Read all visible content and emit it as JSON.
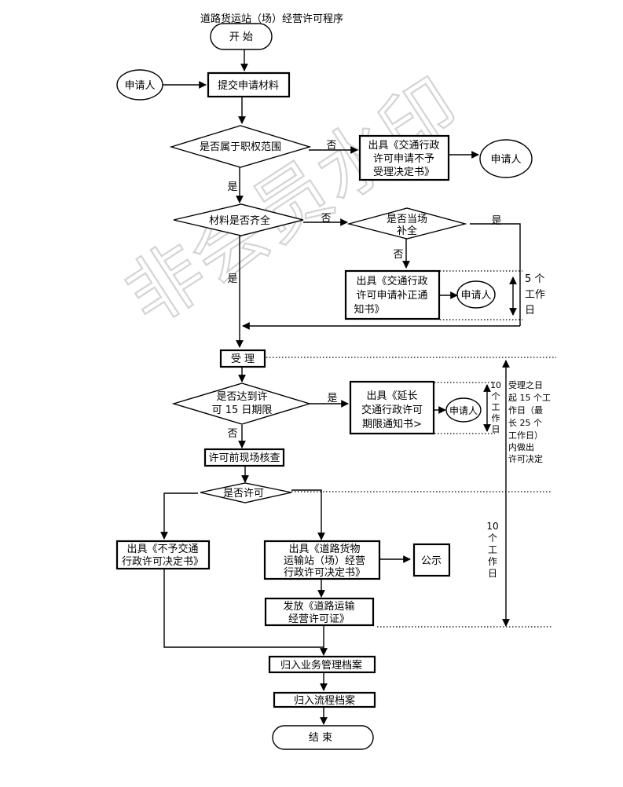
{
  "title": "道路货运站（场）经营许可程序",
  "watermark": "非会员水印",
  "nodes": {
    "start": "开 始",
    "applicant_1": "申请人",
    "submit": "提交申请材料",
    "in_scope": "是否属于职权范围",
    "reject_notice": [
      "出具《交通行政",
      "许可申请不予",
      "受理决定书》"
    ],
    "applicant_2": "申请人",
    "materials_complete": "材料是否齐全",
    "can_supplement": [
      "是否当场",
      "补全"
    ],
    "supplement_notice": [
      "出具《交通行政",
      "许可申请补正通",
      "知书》"
    ],
    "applicant_3": "申请人",
    "accept": "受 理",
    "reach_15_days": [
      "是否达到许",
      "可 15 日期限"
    ],
    "extend_notice": [
      "出具《延长",
      "交通行政许可",
      "期限通知书>"
    ],
    "applicant_4": "申请人",
    "site_check": "许可前现场核查",
    "permit_q": "是否许可",
    "deny_decision": [
      "出具《不予交通",
      "行政许可决定书》"
    ],
    "grant_decision": [
      "出具《道路货物",
      "运输站（场）经营",
      "行政许可决定书》"
    ],
    "publicize": "公示",
    "issue_license": [
      "发放《道路运输",
      "经营许可证》"
    ],
    "archive_business": "归入业务管理档案",
    "archive_process": "归入流程档案",
    "end": "结 束"
  },
  "labels": {
    "no": "否",
    "yes": "是"
  },
  "notes": {
    "five_days": [
      "5 个",
      "工作",
      "日"
    ],
    "ten_days_a": [
      "10",
      "个",
      "工",
      "作",
      "日"
    ],
    "deadline": [
      "受理之日",
      "起 15 个工",
      "作日（最",
      "长 25 个",
      "工作日）",
      "内做出",
      "许可决定"
    ],
    "ten_days_b": [
      "10",
      "个",
      "工",
      "作",
      "日"
    ]
  }
}
